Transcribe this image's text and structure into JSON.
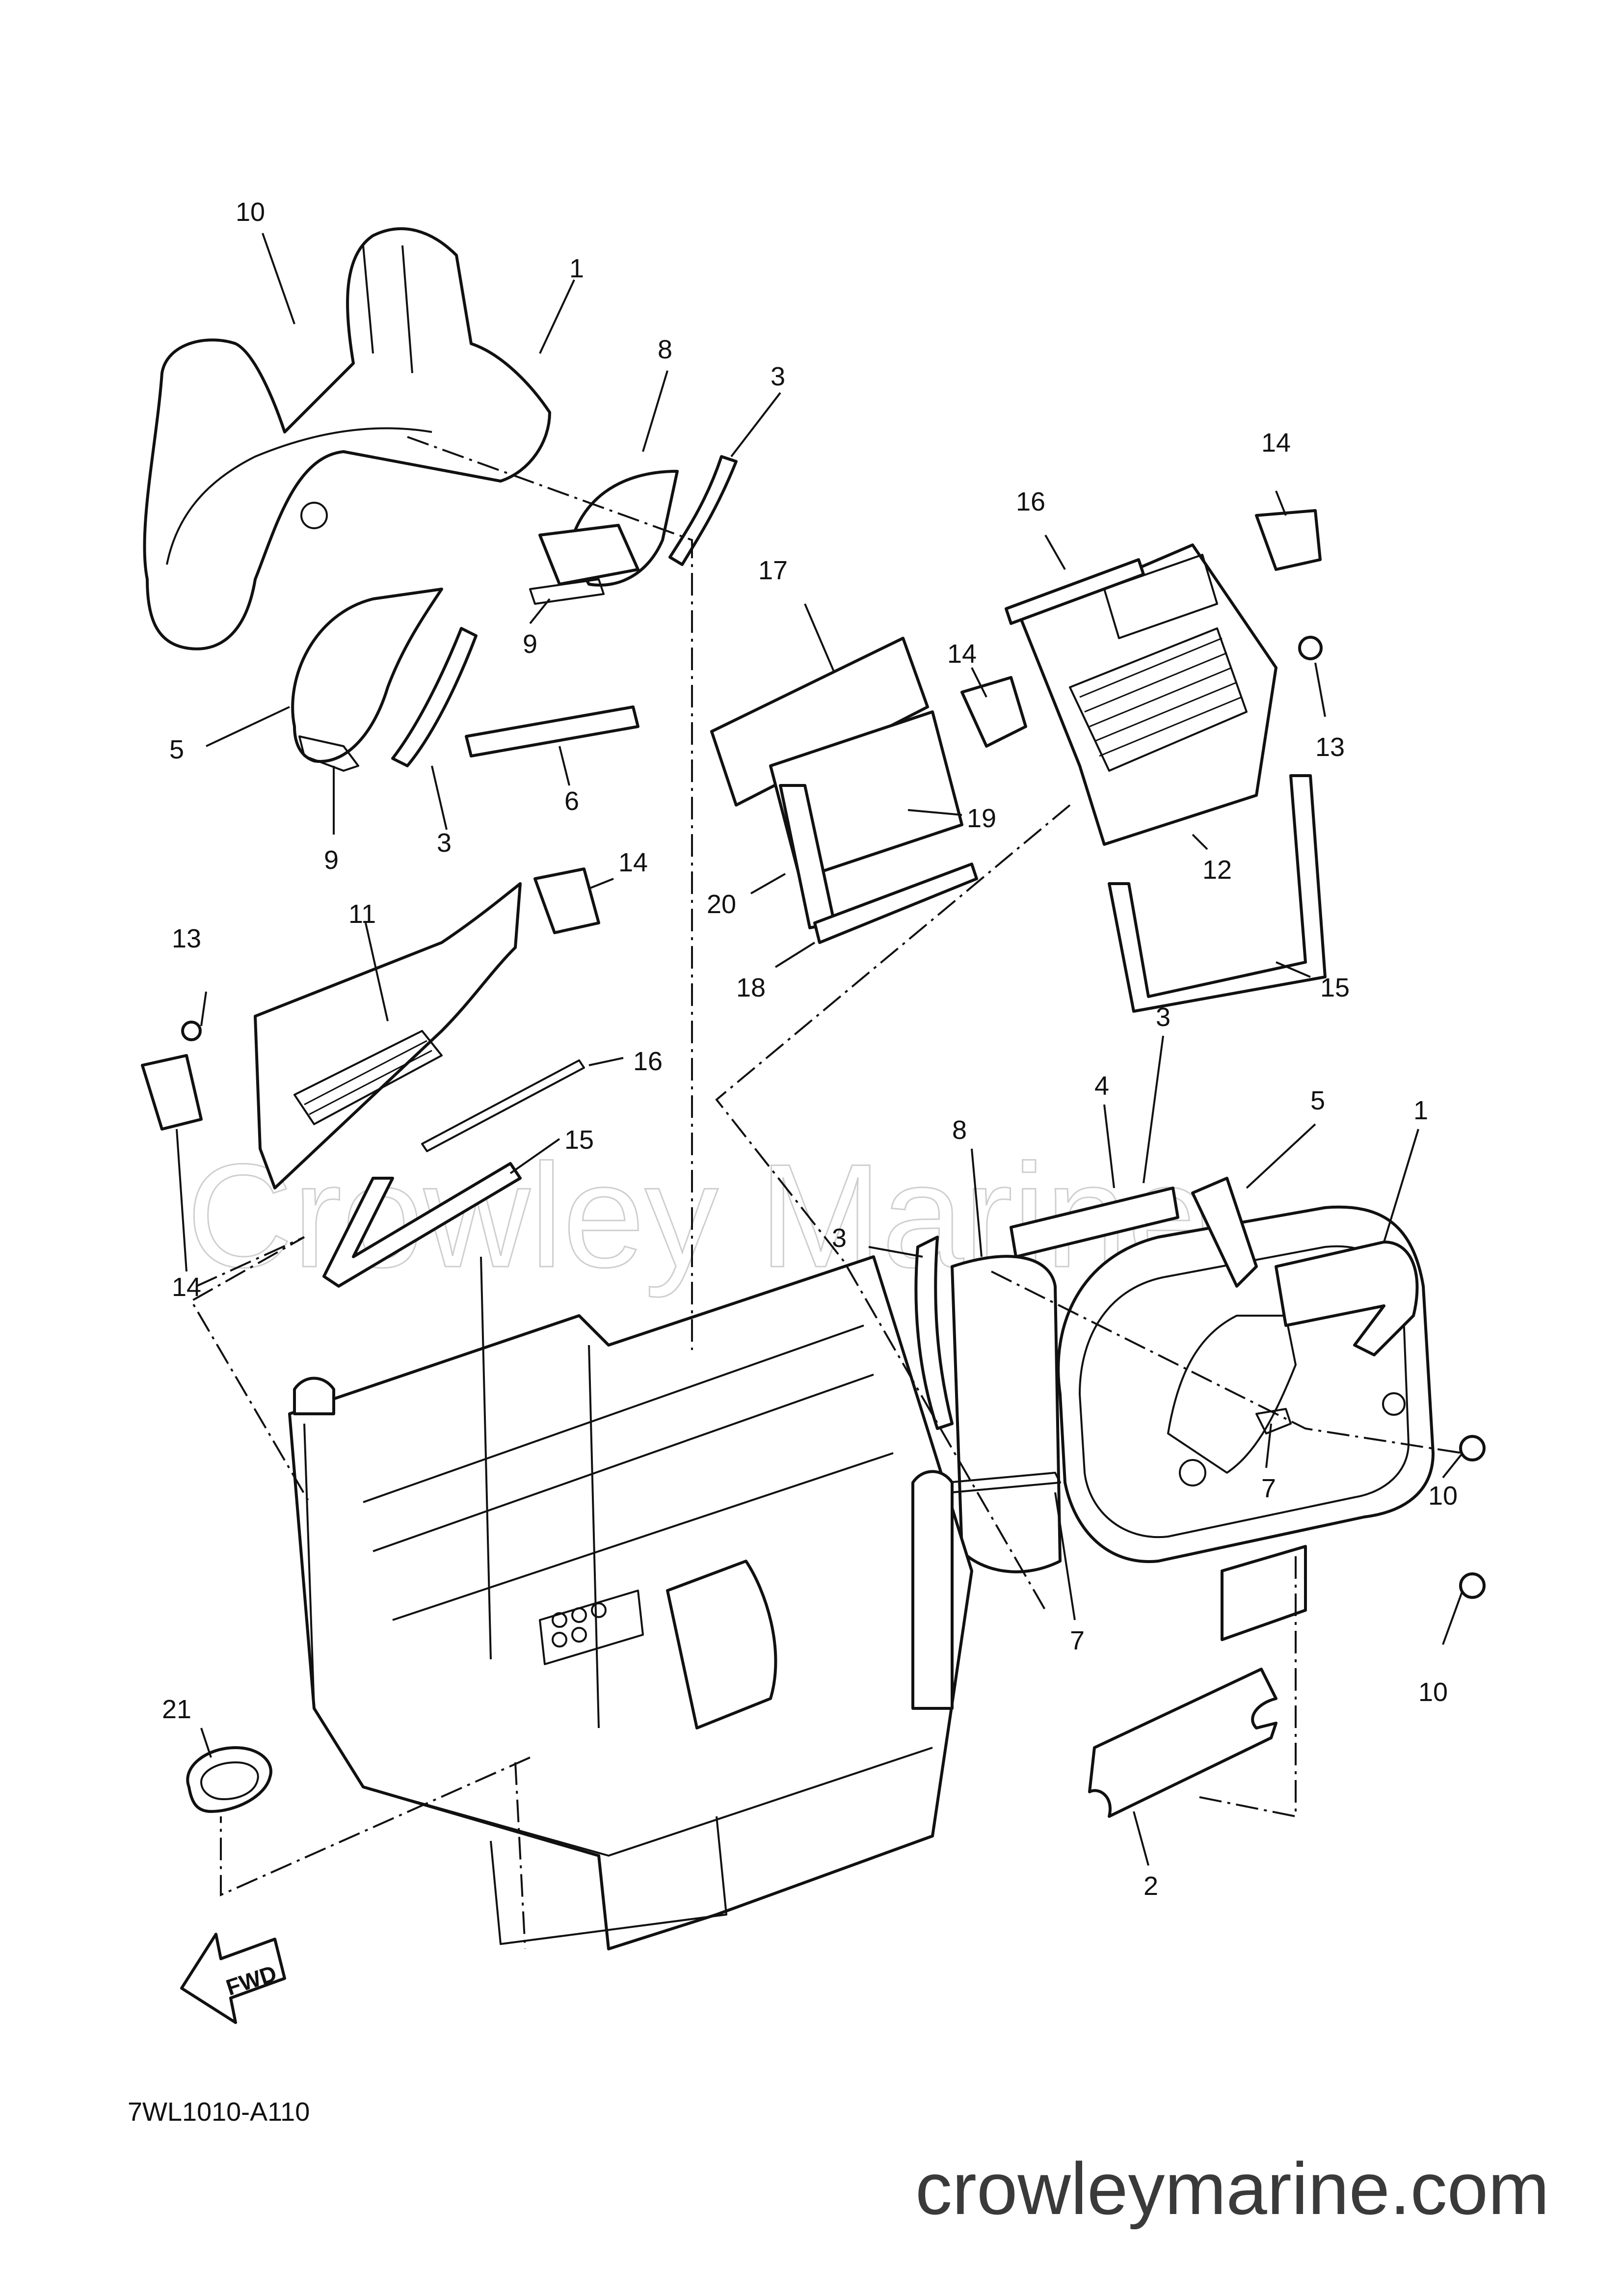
{
  "diagram": {
    "drawing_code": "7WL1010-A110",
    "watermark": "Crowley Marine",
    "website": "crowleymarine.com",
    "fwd_label": "FWD",
    "callouts": {
      "c1a": "10",
      "c1b": "1",
      "c1c": "8",
      "c1d": "3",
      "c1e": "9",
      "c1f": "5",
      "c1g": "9",
      "c1h": "3",
      "c1i": "6",
      "c2a": "17",
      "c2b": "14",
      "c2c": "16",
      "c2d": "14",
      "c2e": "13",
      "c2f": "19",
      "c2g": "12",
      "c2h": "20",
      "c2i": "18",
      "c2j": "15",
      "c3a": "13",
      "c3b": "11",
      "c3c": "14",
      "c3d": "16",
      "c3e": "15",
      "c3f": "14",
      "c4a": "3",
      "c4b": "4",
      "c4c": "5",
      "c4d": "1",
      "c4e": "8",
      "c4f": "3",
      "c4g": "10",
      "c4h": "7",
      "c4i": "7",
      "c4j": "10",
      "c4k": "2",
      "c5a": "21"
    }
  }
}
